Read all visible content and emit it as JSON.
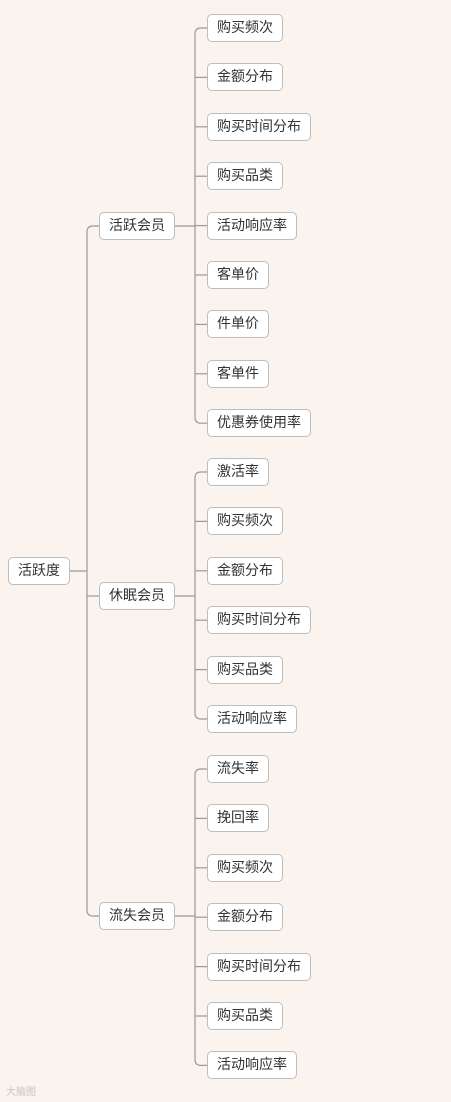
{
  "mindmap": {
    "root": "活跃度",
    "branches": [
      {
        "label": "活跃会员",
        "children": [
          "购买频次",
          "金额分布",
          "购买时间分布",
          "购买品类",
          "活动响应率",
          "客单价",
          "件单价",
          "客单件",
          "优惠券使用率"
        ]
      },
      {
        "label": "休眠会员",
        "children": [
          "激活率",
          "购买频次",
          "金额分布",
          "购买时间分布",
          "购买品类",
          "活动响应率"
        ]
      },
      {
        "label": "流失会员",
        "children": [
          "流失率",
          "挽回率",
          "购买频次",
          "金额分布",
          "购买时间分布",
          "购买品类",
          "活动响应率"
        ]
      }
    ]
  },
  "colors": {
    "line": "#9a9a9a",
    "node_border": "#bdbdbd",
    "background": "#fbf3ee"
  },
  "watermark": "大脑图"
}
